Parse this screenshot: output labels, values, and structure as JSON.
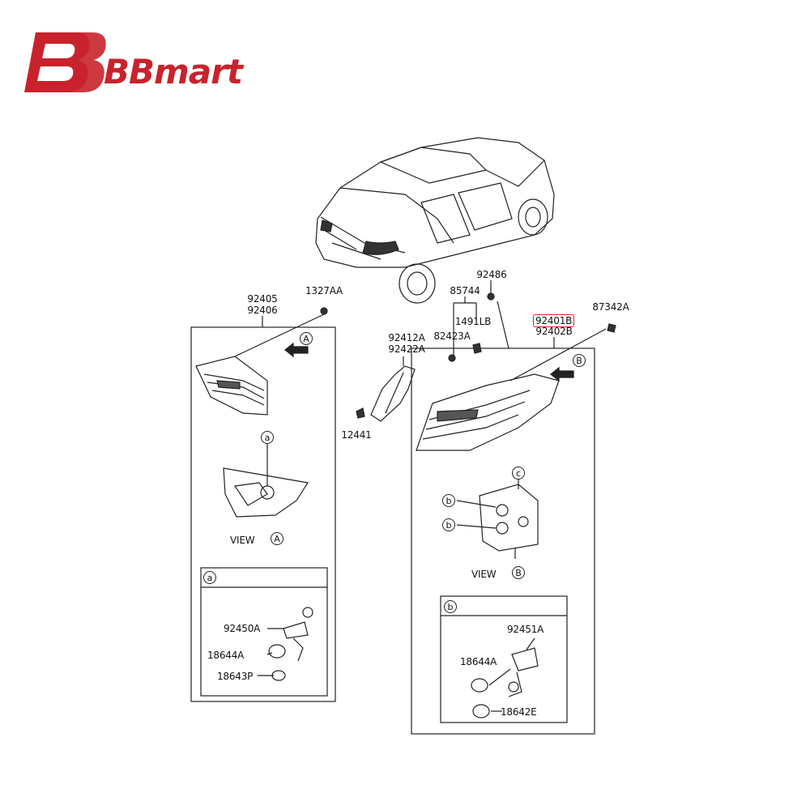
{
  "brand": {
    "name": "BBmart",
    "color": "#c8232c"
  },
  "labels": {
    "p92405": "92405",
    "p92406": "92406",
    "p1327AA": "1327AA",
    "p92412A": "92412A",
    "p92422A": "92422A",
    "p85744": "85744",
    "p92486": "92486",
    "p1491LB": "1491LB",
    "p82423A": "82423A",
    "p92401B": "92401B",
    "p92402B": "92402B",
    "p87342A": "87342A",
    "p12441": "12441",
    "p92450A": "92450A",
    "p18644A_left": "18644A",
    "p18643P": "18643P",
    "p92451A": "92451A",
    "p18644A_right": "18644A",
    "p18642E": "18642E"
  },
  "callouts": {
    "A_top": "A",
    "B_top": "B",
    "a_detail": "a",
    "b_detail1": "b",
    "b_detail2": "b",
    "c_detail": "c",
    "a_box": "a",
    "b_box": "b",
    "A_view": "A",
    "B_view": "B"
  },
  "views": {
    "view_a_text": "VIEW",
    "view_b_text": "VIEW"
  },
  "highlight_color": "#e02020"
}
